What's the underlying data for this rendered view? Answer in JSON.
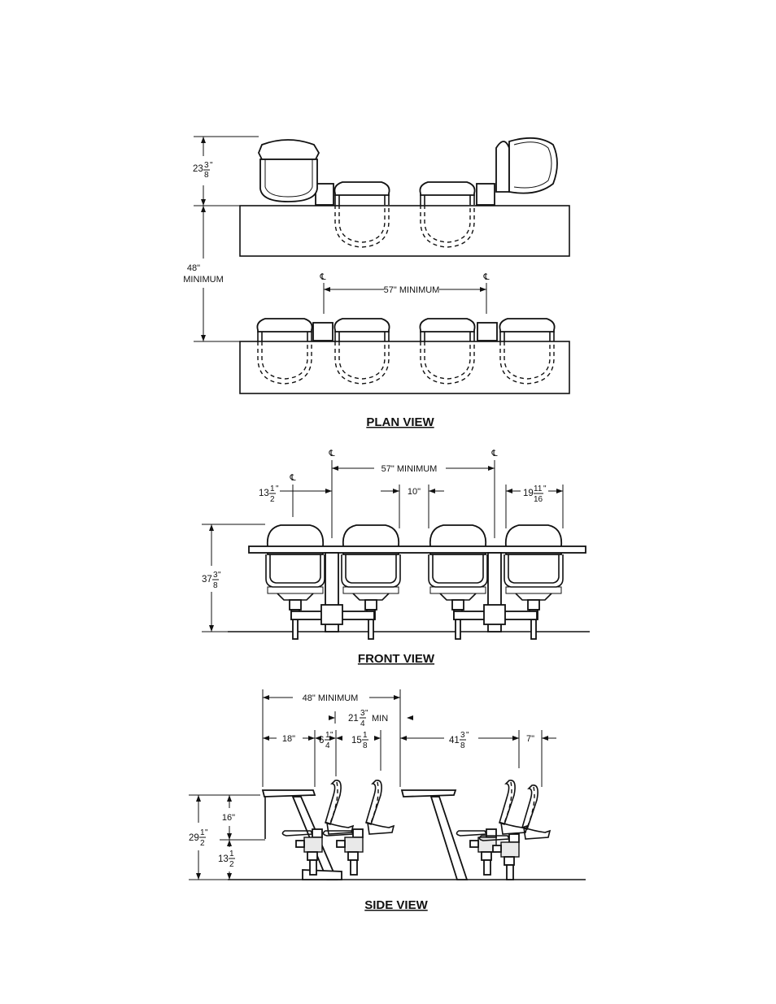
{
  "plan_view": {
    "title": "PLAN VIEW",
    "dim_depth": {
      "whole": "23",
      "num": "3",
      "den": "8",
      "unit": "\""
    },
    "dim_aisle": {
      "line1": "48\"",
      "line2": "MINIMUM"
    },
    "dim_centers": "57\" MINIMUM",
    "cl_symbol": "℄"
  },
  "front_view": {
    "title": "FRONT VIEW",
    "dim_centers": "57\" MINIMUM",
    "dim_left": {
      "whole": "13",
      "num": "1",
      "den": "2",
      "unit": "\""
    },
    "dim_gap": "10\"",
    "dim_right": {
      "whole": "19",
      "num": "11",
      "den": "16",
      "unit": "\""
    },
    "dim_height": {
      "whole": "37",
      "num": "3",
      "den": "8",
      "unit": "\""
    },
    "cl_symbol": "℄"
  },
  "side_view": {
    "title": "SIDE VIEW",
    "dim_overall": "48\" MINIMUM",
    "dim_min": {
      "whole": "21",
      "num": "3",
      "den": "4",
      "unit": "\"",
      "suffix": "MIN"
    },
    "dim_a": "18\"",
    "dim_b": {
      "whole": "6",
      "num": "1",
      "den": "4",
      "unit": "\""
    },
    "dim_c": {
      "whole": "15",
      "num": "1",
      "den": "8",
      "unit": "\""
    },
    "dim_d": {
      "whole": "41",
      "num": "3",
      "den": "8",
      "unit": "\""
    },
    "dim_e": "7\"",
    "dim_upper": "16\"",
    "dim_total": {
      "whole": "29",
      "num": "1",
      "den": "2",
      "unit": "\""
    },
    "dim_lower": {
      "whole": "13",
      "num": "1",
      "den": "2",
      "unit": "\""
    }
  }
}
